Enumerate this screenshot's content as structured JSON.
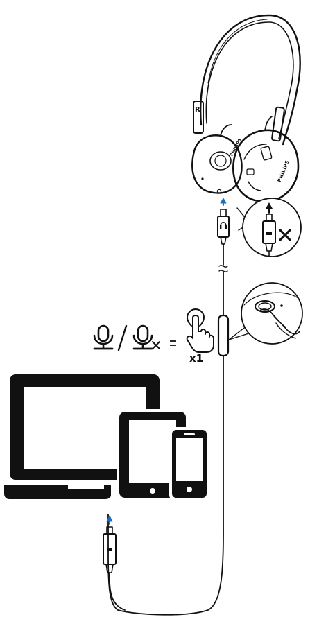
{
  "brand": "PHILIPS",
  "side_marker": "R",
  "press_count": "x1",
  "colors": {
    "line": "#111111",
    "arrow": "#1a6fbf",
    "fill": "#111111",
    "bg": "#ffffff"
  },
  "icons": [
    "headphones",
    "headphone-jack-icon",
    "mic-icon",
    "mic-mute-icon",
    "tap-finger-icon",
    "laptop",
    "tablet",
    "smartphone",
    "usb-c-plug",
    "close-icon",
    "power-button-icon"
  ]
}
